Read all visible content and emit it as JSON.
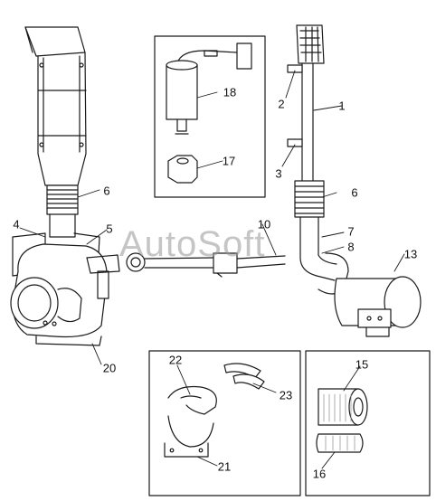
{
  "watermark": "AutoSoft",
  "callouts": {
    "c1": "1",
    "c2": "2",
    "c3": "3",
    "c4": "4",
    "c5": "5",
    "c6a": "6",
    "c6b": "6",
    "c7": "7",
    "c8": "8",
    "c10": "10",
    "c13": "13",
    "c15": "15",
    "c16": "16",
    "c17": "17",
    "c18": "18",
    "c20": "20",
    "c21": "21",
    "c22": "22",
    "c23": "23"
  },
  "colors": {
    "line": "#1a1a1a",
    "shade": "#9a9a9a",
    "watermark": "#969696"
  }
}
